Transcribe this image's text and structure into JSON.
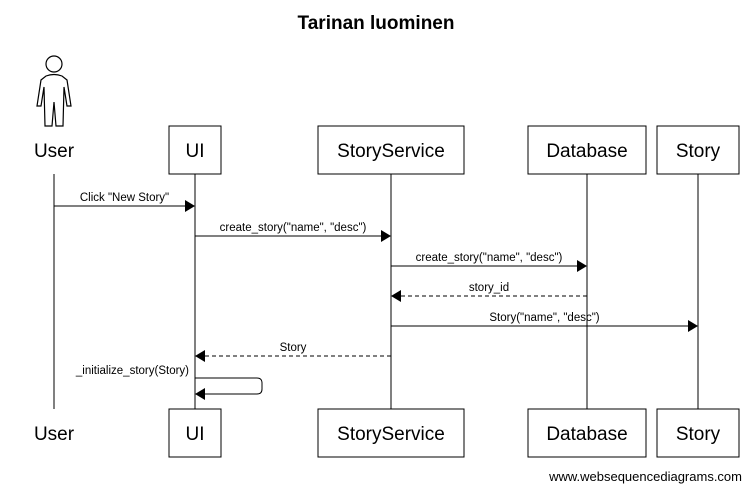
{
  "title": "Tarinan luominen",
  "participants": [
    {
      "id": "user",
      "label": "User",
      "actor": true
    },
    {
      "id": "ui",
      "label": "UI",
      "actor": false
    },
    {
      "id": "storyservice",
      "label": "StoryService",
      "actor": false
    },
    {
      "id": "database",
      "label": "Database",
      "actor": false
    },
    {
      "id": "story",
      "label": "Story",
      "actor": false
    }
  ],
  "messages": [
    {
      "from": "user",
      "to": "ui",
      "label": "Click \"New Story\"",
      "style": "solid"
    },
    {
      "from": "ui",
      "to": "storyservice",
      "label": "create_story(\"name\", \"desc\")",
      "style": "solid"
    },
    {
      "from": "storyservice",
      "to": "database",
      "label": "create_story(\"name\", \"desc\")",
      "style": "solid"
    },
    {
      "from": "database",
      "to": "storyservice",
      "label": "story_id",
      "style": "dashed"
    },
    {
      "from": "storyservice",
      "to": "story",
      "label": "Story(\"name\", \"desc\")",
      "style": "solid"
    },
    {
      "from": "storyservice",
      "to": "ui",
      "label": "Story",
      "style": "dashed"
    },
    {
      "from": "ui",
      "to": "ui",
      "label": "_initialize_story(Story)",
      "style": "solid"
    }
  ],
  "footer": "www.websequencediagrams.com"
}
